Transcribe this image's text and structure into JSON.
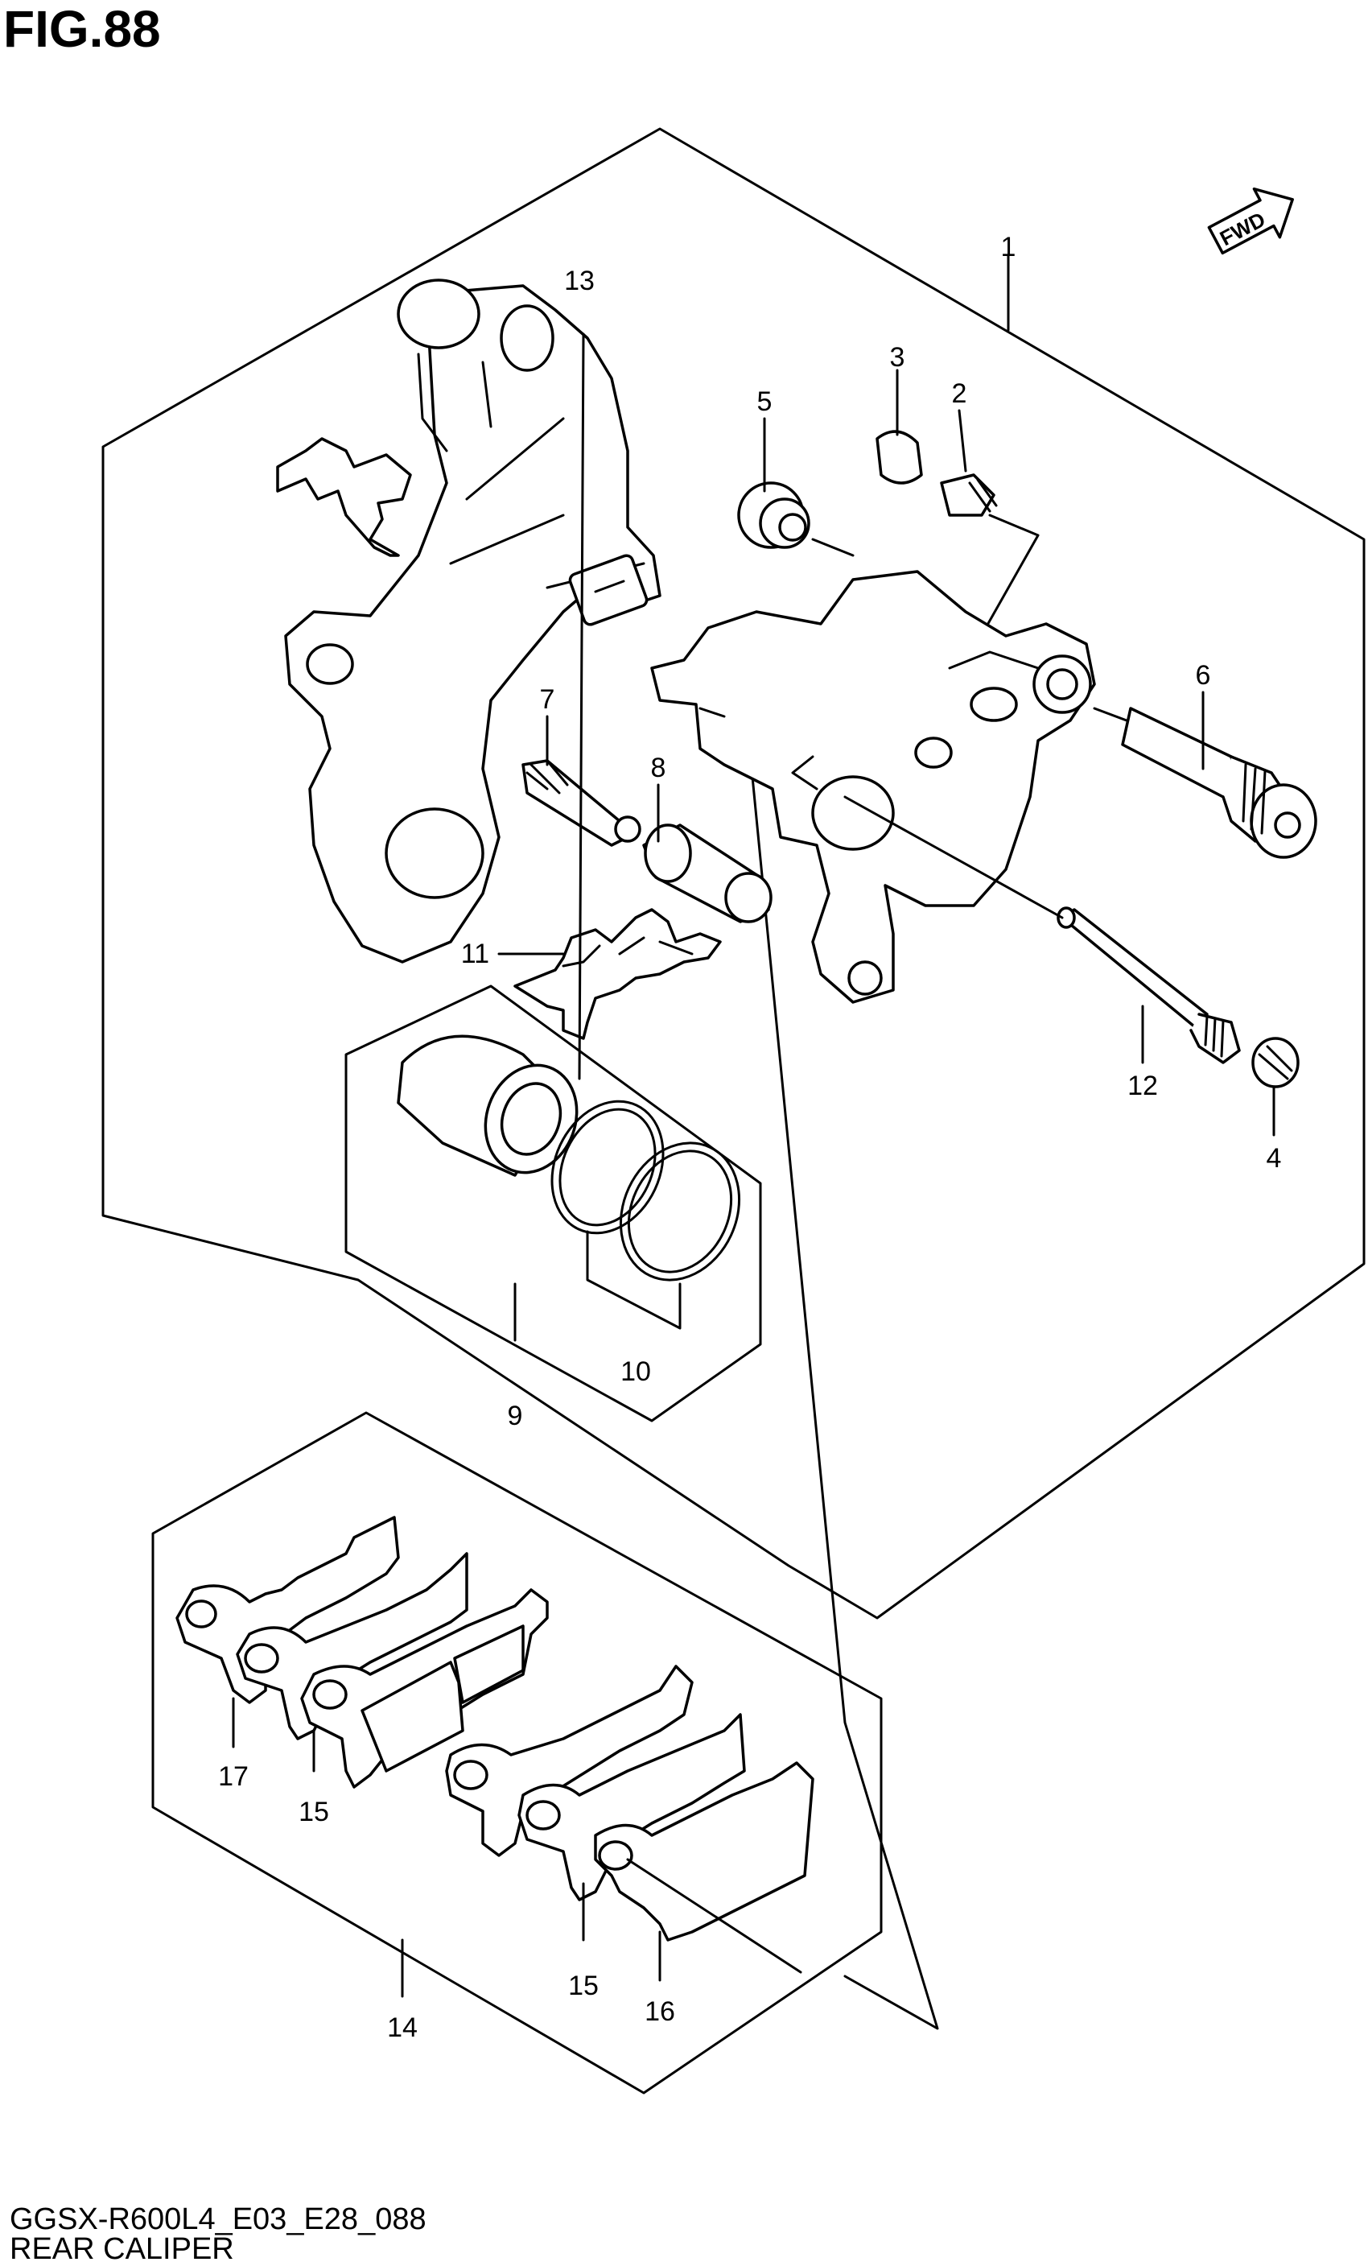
{
  "figure": {
    "title": "FIG.88",
    "code": "GGSX-R600L4_E03_E28_088",
    "name": "REAR CALIPER",
    "direction_badge": "FWD"
  },
  "callouts": {
    "c1": "1",
    "c2": "2",
    "c3": "3",
    "c4": "4",
    "c5": "5",
    "c6": "6",
    "c7": "7",
    "c8": "8",
    "c9": "9",
    "c10": "10",
    "c11": "11",
    "c12": "12",
    "c13": "13",
    "c14": "14",
    "c15a": "15",
    "c15b": "15",
    "c16": "16",
    "c17": "17"
  },
  "icons": {
    "fwd": "fwd-arrow-icon"
  }
}
